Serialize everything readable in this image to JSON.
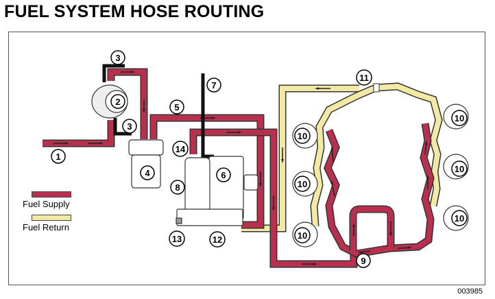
{
  "title": "FUEL SYSTEM HOSE ROUTING",
  "figure_number": "003985",
  "colors": {
    "fuel_supply": "#B8304E",
    "fuel_return": "#F2E9A4",
    "vent_hose": "#111111",
    "outline": "#333333"
  },
  "legend": [
    {
      "label": "Fuel Supply",
      "color_key": "fuel_supply"
    },
    {
      "label": "Fuel Return",
      "color_key": "fuel_return"
    }
  ],
  "callouts": [
    {
      "id": "1",
      "label": "1"
    },
    {
      "id": "2",
      "label": "2"
    },
    {
      "id": "3a",
      "label": "3"
    },
    {
      "id": "3b",
      "label": "3"
    },
    {
      "id": "4",
      "label": "4"
    },
    {
      "id": "5",
      "label": "5"
    },
    {
      "id": "6",
      "label": "6"
    },
    {
      "id": "7",
      "label": "7"
    },
    {
      "id": "8",
      "label": "8"
    },
    {
      "id": "9",
      "label": "9"
    },
    {
      "id": "10a",
      "label": "10"
    },
    {
      "id": "10b",
      "label": "10"
    },
    {
      "id": "10c",
      "label": "10"
    },
    {
      "id": "10d",
      "label": "10"
    },
    {
      "id": "10e",
      "label": "10"
    },
    {
      "id": "10f",
      "label": "10"
    },
    {
      "id": "11",
      "label": "11"
    },
    {
      "id": "12",
      "label": "12"
    },
    {
      "id": "13",
      "label": "13"
    },
    {
      "id": "14",
      "label": "14"
    }
  ]
}
